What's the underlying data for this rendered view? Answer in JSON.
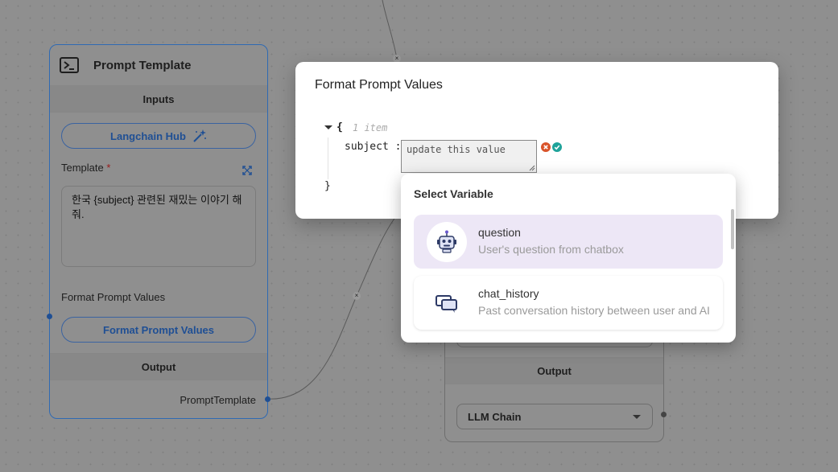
{
  "prompt_node": {
    "title": "Prompt Template",
    "inputs_label": "Inputs",
    "langchain_hub_label": "Langchain Hub",
    "template_label": "Template",
    "required_mark": "*",
    "template_value": "한국 {subject} 관련된 재밌는 이야기 해줘.",
    "format_values_label": "Format Prompt Values",
    "format_values_button": "Format Prompt Values",
    "output_label": "Output",
    "output_anchor": "PromptTemplate"
  },
  "llm_node": {
    "output_label": "Output",
    "selected_output": "LLM Chain"
  },
  "dialog": {
    "title": "Format Prompt Values",
    "json_open_brace": "{",
    "json_close_brace": "}",
    "item_count": "1 item",
    "key": "subject :",
    "value": "update this value"
  },
  "variable_popup": {
    "title": "Select Variable",
    "items": [
      {
        "name": "question",
        "description": "User's question from chatbox",
        "icon": "robot-icon"
      },
      {
        "name": "chat_history",
        "description": "Past conversation history between user and AI",
        "icon": "chat-bubbles-icon"
      }
    ]
  },
  "edge_marker": "×",
  "colors": {
    "accent_blue": "#2f6ab3",
    "cancel_red": "#d9542b",
    "confirm_teal": "#1fa39a",
    "highlight_purple": "#ede7f6"
  }
}
